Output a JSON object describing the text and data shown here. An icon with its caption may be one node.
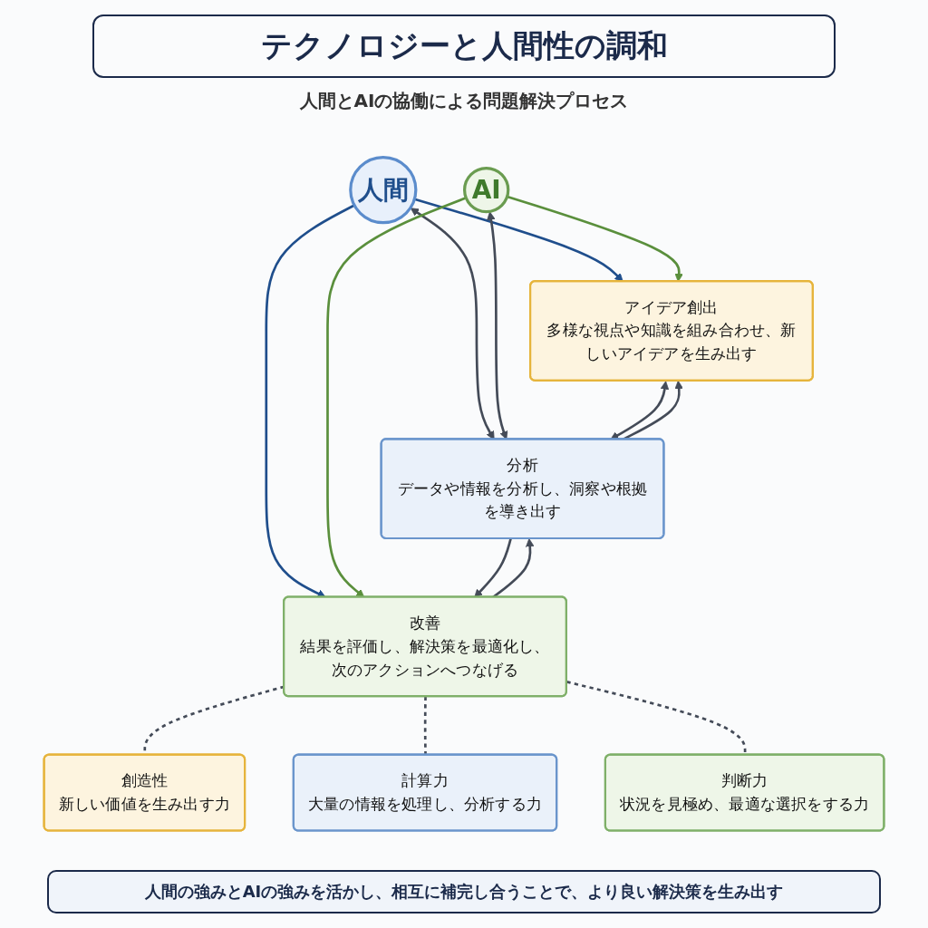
{
  "diagram": {
    "title": "テクノロジーと人間性の調和",
    "caption": "人間の強みとAIの強みを活かし、相互に補完し合うことで、より良い解決策を生み出す",
    "nodes": [
      {
        "text": [
          "人間"
        ]
      },
      {
        "text": [
          "アイデア創出",
          "多様な視点や知識を組み合わせ、新しいアイデアを生み出す"
        ]
      },
      {
        "text": [
          "分析",
          "データや情報を分析し、洞察や根拠を導き出す"
        ]
      },
      {
        "text": [
          "改善",
          "結果を評価し、解決策を最適化し、次のアクションへつなげる"
        ]
      },
      {
        "text": [
          "AI"
        ]
      },
      {
        "text": [
          "創造性",
          "新しい価値を生み出す力"
        ]
      },
      {
        "text": [
          "計算力",
          "大量の情報を処理し、分析する力"
        ]
      },
      {
        "text": [
          "判断力",
          "状況を見極め、最適な選択をする力"
        ]
      }
    ],
    "edges": [
      {
        "from": 0,
        "to": 1,
        "arrow": "to",
        "color": "#1f4e8c"
      },
      {
        "from": 0,
        "to": 2,
        "arrow": "both"
      },
      {
        "from": 0,
        "to": 3,
        "arrow": "to",
        "color": "#1f4e8c"
      },
      {
        "from": 4,
        "to": 1,
        "arrow": "to",
        "color": "#5a8f3c"
      },
      {
        "from": 4,
        "to": 2,
        "arrow": "both"
      },
      {
        "from": 4,
        "to": 3,
        "arrow": "to",
        "color": "#5a8f3c"
      },
      {
        "from": 1,
        "to": 2,
        "arrow": "both"
      },
      {
        "from": 2,
        "to": 1,
        "arrow": "to"
      },
      {
        "from": 2,
        "to": 3,
        "arrow": "to"
      },
      {
        "from": 3,
        "to": 2,
        "arrow": "to"
      },
      {
        "from": 3,
        "to": 5,
        "arrow": "none",
        "style": "dashed"
      },
      {
        "from": 3,
        "to": 6,
        "arrow": "none",
        "style": "dashed"
      },
      {
        "from": 3,
        "to": 7,
        "arrow": "none",
        "style": "dashed"
      }
    ],
    "labels": [
      "人間とAIの協働による問題解決プロセス"
    ]
  }
}
